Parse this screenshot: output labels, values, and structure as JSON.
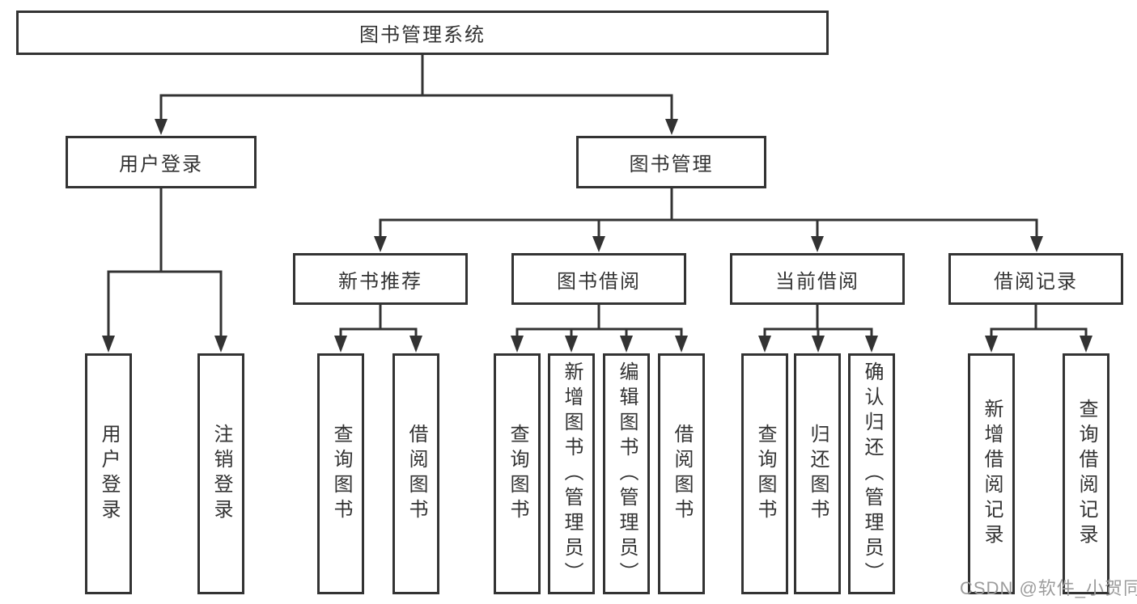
{
  "colors": {
    "line": "#333333",
    "text": "#333333",
    "box_fill": "#ffffff",
    "background": "#ffffff",
    "watermark": "#9c9c9c"
  },
  "watermark": "CSDN @软件_小贺同学",
  "tree": {
    "root": {
      "label": "图书管理系统",
      "children": [
        {
          "label": "用户登录",
          "children": [
            {
              "label": "用户登录"
            },
            {
              "label": "注销登录"
            }
          ]
        },
        {
          "label": "图书管理",
          "children": [
            {
              "label": "新书推荐",
              "children": [
                {
                  "label": "查询图书"
                },
                {
                  "label": "借阅图书"
                }
              ]
            },
            {
              "label": "图书借阅",
              "children": [
                {
                  "label": "查询图书"
                },
                {
                  "label": "新增图书（管理员）"
                },
                {
                  "label": "编辑图书（管理员）"
                },
                {
                  "label": "借阅图书"
                }
              ]
            },
            {
              "label": "当前借阅",
              "children": [
                {
                  "label": "查询图书"
                },
                {
                  "label": "归还图书"
                },
                {
                  "label": "确认归还（管理员）"
                }
              ]
            },
            {
              "label": "借阅记录",
              "children": [
                {
                  "label": "新增借阅记录"
                },
                {
                  "label": "查询借阅记录"
                }
              ]
            }
          ]
        }
      ]
    }
  }
}
